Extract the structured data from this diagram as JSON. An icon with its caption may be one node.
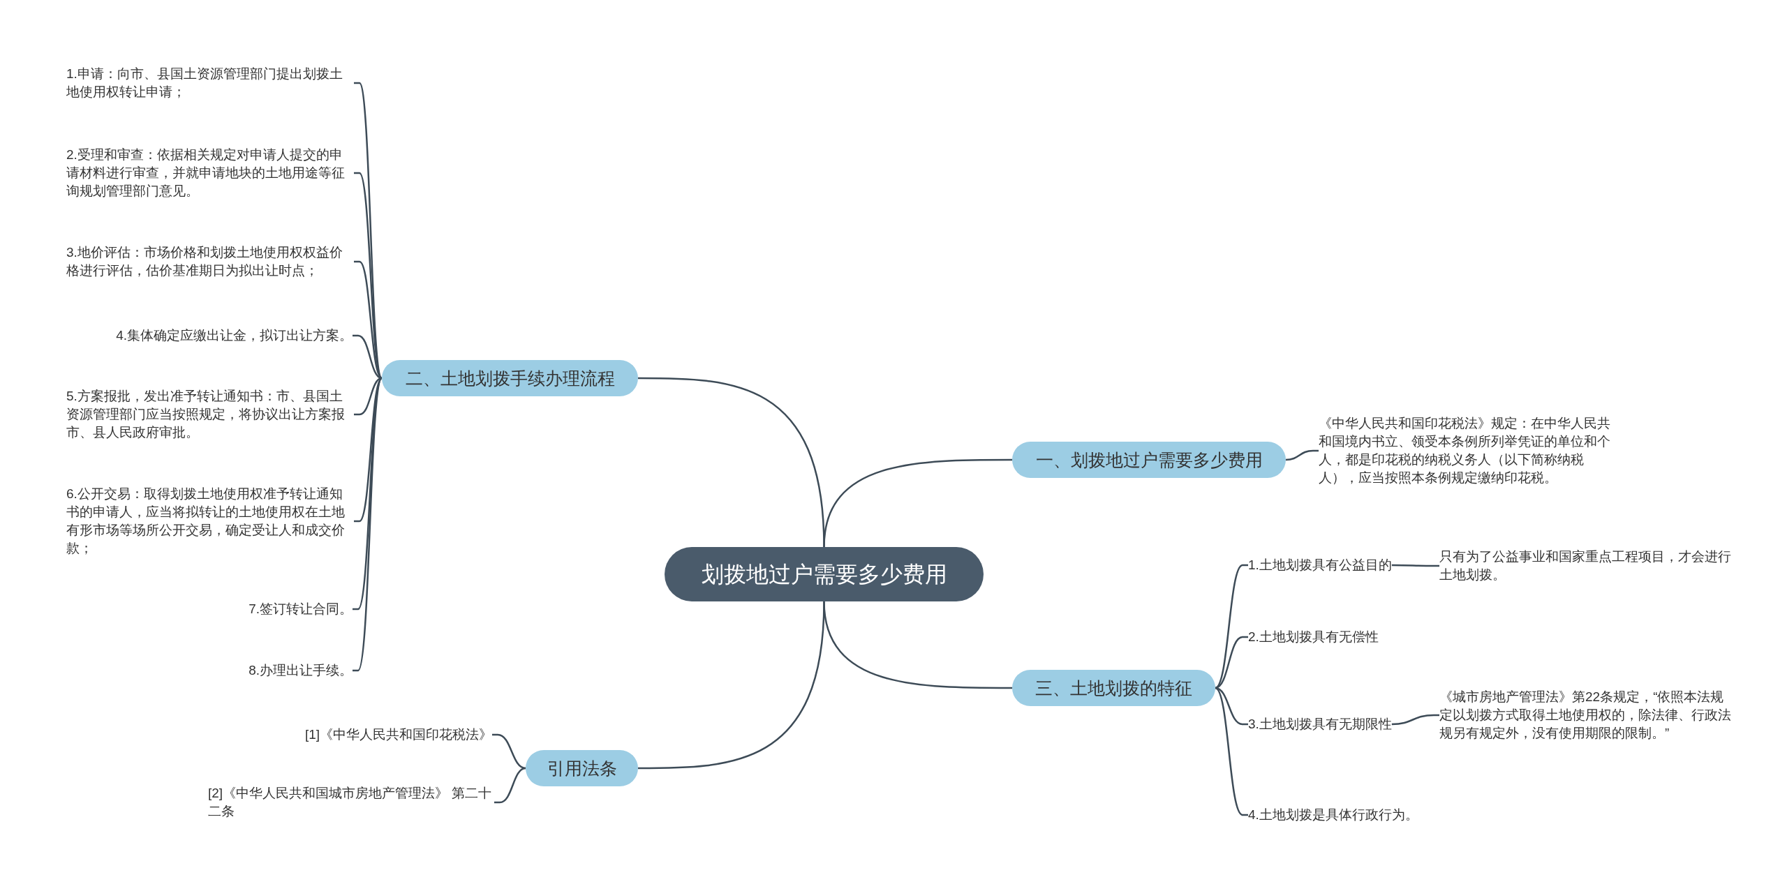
{
  "diagram": {
    "nodes": [
      {
        "text": [
          "划拨地过户需要多少费用"
        ]
      },
      {
        "text": [
          "一、划拨地过户需要多少费用"
        ]
      },
      {
        "text": [
          "《中华人民共和国印花税法》规定：在中华人民共和国境内书立、领受本条例所列举凭证的单位和个人，都是印花税的纳税义务人（以下简称纳税人），应当按照本条例规定缴纳印花税。"
        ]
      },
      {
        "text": [
          "二、土地划拨手续办理流程"
        ]
      },
      {
        "text": [
          "1.申请：向市、县国土资源管理部门提出划拨土地使用权转让申请；"
        ]
      },
      {
        "text": [
          "2.受理和审查：依据相关规定对申请人提交的申请材料进行审查，并就申请地块的土地用途等征询规划管理部门意见。"
        ]
      },
      {
        "text": [
          "3.地价评估：市场价格和划拨土地使用权权益价格进行评估，估价基准期日为拟出让时点；"
        ]
      },
      {
        "text": [
          "4.集体确定应缴出让金，拟订出让方案。"
        ]
      },
      {
        "text": [
          "5.方案报批，发出准予转让通知书：市、县国土资源管理部门应当按照规定，将协议出让方案报市、县人民政府审批。"
        ]
      },
      {
        "text": [
          "6.公开交易：取得划拨土地使用权准予转让通知书的申请人，应当将拟转让的土地使用权在土地有形市场等场所公开交易，确定受让人和成交价款；"
        ]
      },
      {
        "text": [
          "7.签订转让合同。"
        ]
      },
      {
        "text": [
          "8.办理出让手续。"
        ]
      },
      {
        "text": [
          "三、土地划拨的特征"
        ]
      },
      {
        "text": [
          "1.土地划拨具有公益目的"
        ]
      },
      {
        "text": [
          "只有为了公益事业和国家重点工程项目，才会进行土地划拨。"
        ]
      },
      {
        "text": [
          "2.土地划拨具有无偿性"
        ]
      },
      {
        "text": [
          "3.土地划拨具有无期限性"
        ]
      },
      {
        "text": [
          "《城市房地产管理法》第22条规定，“依照本法规定以划拨方式取得土地使用权的，除法律、行政法规另有规定外，没有使用期限的限制。”"
        ]
      },
      {
        "text": [
          "4.土地划拨是具体行政行为。"
        ]
      },
      {
        "text": [
          "引用法条"
        ]
      },
      {
        "text": [
          "[1]《中华人民共和国印花税法》"
        ]
      },
      {
        "text": [
          "[2]《中华人民共和国城市房地产管理法》 第二十二条"
        ]
      }
    ],
    "edges": [
      {
        "from": 0,
        "to": 1,
        "arrow": "none"
      },
      {
        "from": 1,
        "to": 2,
        "arrow": "none"
      },
      {
        "from": 0,
        "to": 3,
        "arrow": "none"
      },
      {
        "from": 3,
        "to": 4,
        "arrow": "none"
      },
      {
        "from": 3,
        "to": 5,
        "arrow": "none"
      },
      {
        "from": 3,
        "to": 6,
        "arrow": "none"
      },
      {
        "from": 3,
        "to": 7,
        "arrow": "none"
      },
      {
        "from": 3,
        "to": 8,
        "arrow": "none"
      },
      {
        "from": 3,
        "to": 9,
        "arrow": "none"
      },
      {
        "from": 3,
        "to": 10,
        "arrow": "none"
      },
      {
        "from": 3,
        "to": 11,
        "arrow": "none"
      },
      {
        "from": 0,
        "to": 12,
        "arrow": "none"
      },
      {
        "from": 12,
        "to": 13,
        "arrow": "none"
      },
      {
        "from": 13,
        "to": 14,
        "arrow": "none"
      },
      {
        "from": 12,
        "to": 15,
        "arrow": "none"
      },
      {
        "from": 12,
        "to": 16,
        "arrow": "none"
      },
      {
        "from": 16,
        "to": 17,
        "arrow": "none"
      },
      {
        "from": 12,
        "to": 18,
        "arrow": "none"
      },
      {
        "from": 0,
        "to": 19,
        "arrow": "none"
      },
      {
        "from": 19,
        "to": 20,
        "arrow": "none"
      },
      {
        "from": 19,
        "to": 21,
        "arrow": "none"
      }
    ]
  }
}
